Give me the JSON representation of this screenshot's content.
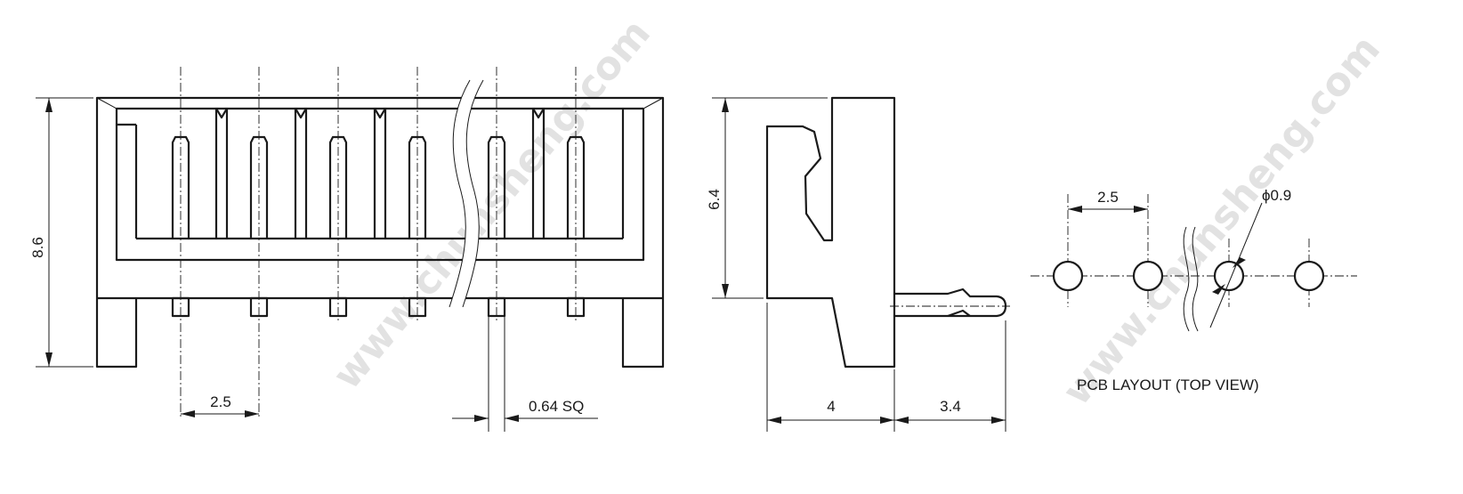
{
  "front_view": {
    "height_dim": "8.6",
    "pitch_dim": "2.5",
    "pin_size_dim": "0.64 SQ"
  },
  "side_view": {
    "height_dim": "6.4",
    "depth_dim": "4",
    "pin_length_dim": "3.4"
  },
  "pcb_layout": {
    "pitch_dim": "2.5",
    "hole_dim": "ϕ0.9",
    "title": "PCB LAYOUT (TOP VIEW)"
  },
  "watermark": {
    "text": "www.chunsheng.com"
  },
  "colors": {
    "line": "#1a1a1a",
    "watermark": "#d9d9d9"
  }
}
